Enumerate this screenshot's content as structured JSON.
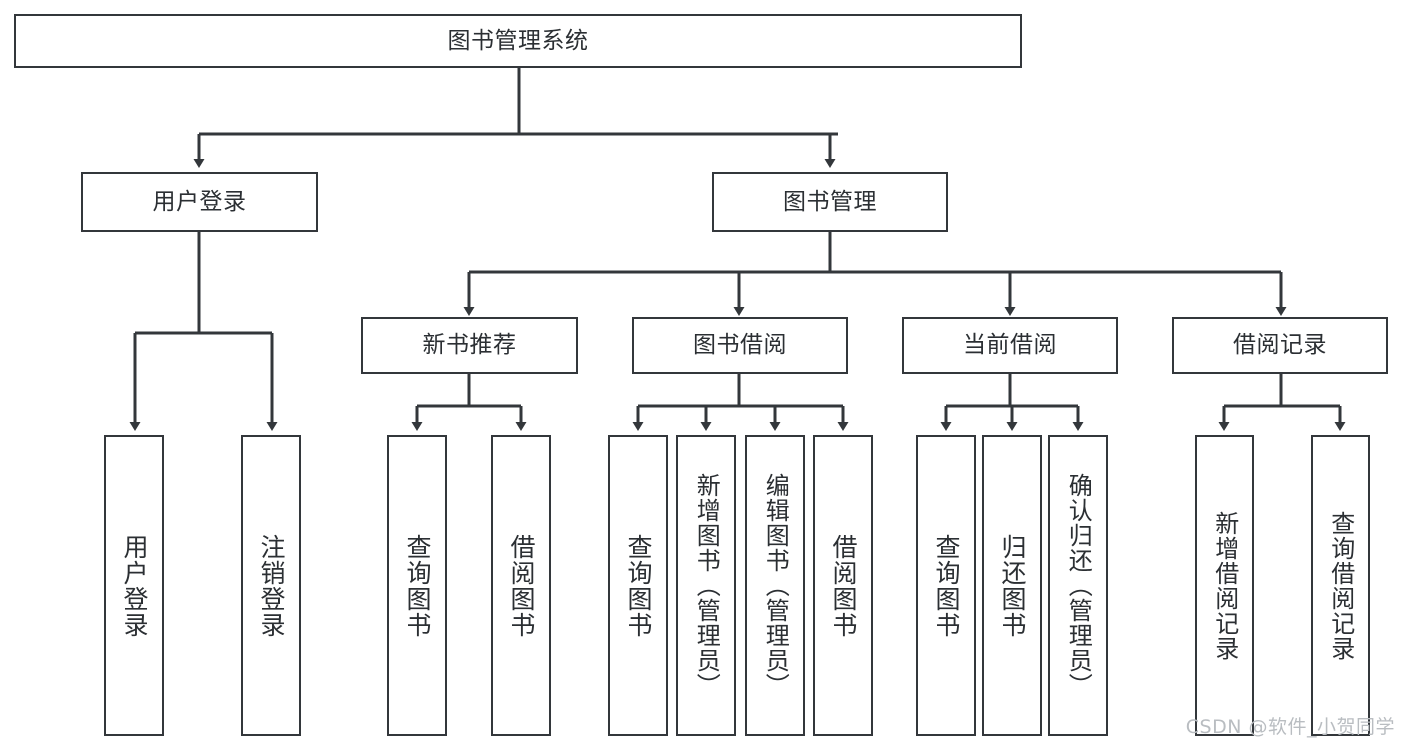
{
  "diagram": {
    "title_node": {
      "label": "图书管理系统"
    },
    "level2": [
      {
        "label": "用户登录"
      },
      {
        "label": "图书管理"
      }
    ],
    "level3": [
      {
        "label": "新书推荐"
      },
      {
        "label": "图书借阅"
      },
      {
        "label": "当前借阅"
      },
      {
        "label": "借阅记录"
      }
    ],
    "leaves": {
      "user_login": [
        {
          "label": "用户登录"
        },
        {
          "label": "注销登录"
        }
      ],
      "new_book_recommend": [
        {
          "label": "查询图书"
        },
        {
          "label": "借阅图书"
        }
      ],
      "book_borrow": [
        {
          "label": "查询图书"
        },
        {
          "label": "新增图书（管理员）"
        },
        {
          "label": "编辑图书（管理员）"
        },
        {
          "label": "借阅图书"
        }
      ],
      "current_borrow": [
        {
          "label": "查询图书"
        },
        {
          "label": "归还图书"
        },
        {
          "label": "确认归还（管理员）"
        }
      ],
      "borrow_record": [
        {
          "label": "新增借阅记录"
        },
        {
          "label": "查询借阅记录"
        }
      ]
    }
  },
  "watermark": {
    "text": "CSDN @软件_小贺同学"
  },
  "colors": {
    "stroke": "#33373b",
    "text": "#2b2f33",
    "background": "#ffffff",
    "watermark": "#b9bdc1"
  }
}
